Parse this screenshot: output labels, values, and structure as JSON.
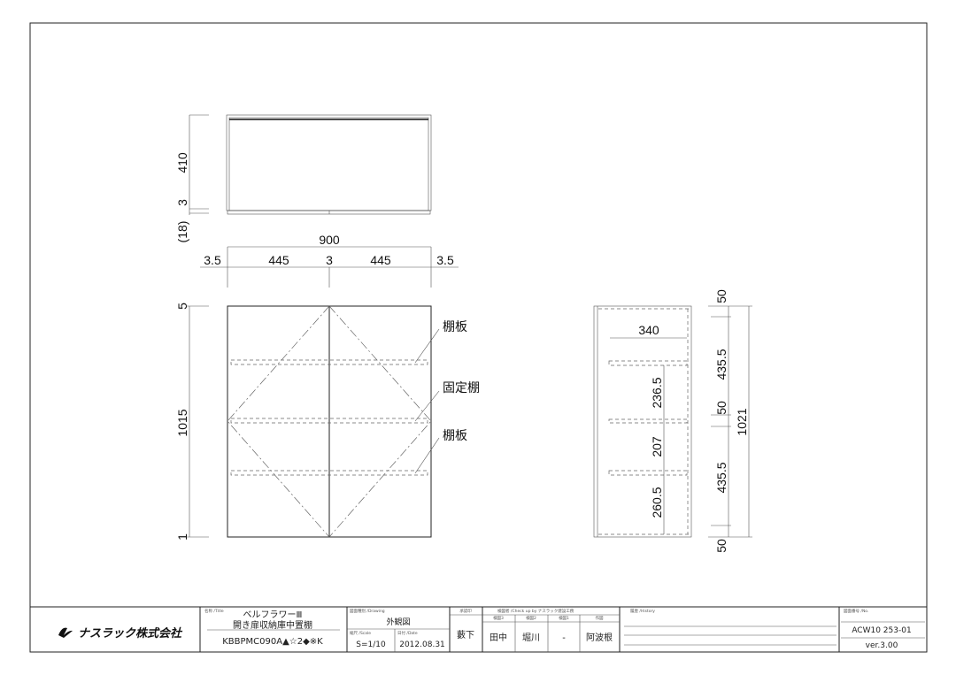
{
  "top_view": {
    "depth": "410",
    "gap": "3",
    "thickness": "(18)"
  },
  "width_dims": {
    "total": "900",
    "edge_left": "3.5",
    "door_left": "445",
    "center_gap": "3",
    "door_right": "445",
    "edge_right": "3.5"
  },
  "front_view": {
    "top_gap": "5",
    "height": "1015",
    "bottom_gap": "1",
    "callouts": [
      "棚板",
      "固定棚",
      "棚板"
    ]
  },
  "side_view": {
    "depth": "340",
    "dims_inner": [
      "236.5",
      "207",
      "260.5"
    ],
    "dims_outer": [
      "50",
      "435.5",
      "50",
      "435.5",
      "50"
    ],
    "total": "1021"
  },
  "title_block": {
    "company": "ナスラック株式会社",
    "title_label": "名称 /Title",
    "series": "ベルフラワーⅢ",
    "product_name": "開き扉収納庫中置棚",
    "model": "KBBPMC090A▲☆2◆※K",
    "drawing_label": "図面種別 /Drawing",
    "drawing_type": "外観図",
    "scale_label": "縮尺 /Scale",
    "scale": "S=1/10",
    "date_label": "日付 /Date",
    "date": "2012.08.31",
    "approval_label": "承認印",
    "approver": "藪下",
    "checked_label": "検図者 /Check up by ナスラック建設工務",
    "check_cols": [
      "検図3",
      "検図2",
      "検図1",
      "作図"
    ],
    "checkers": [
      "田中",
      "堀川",
      "-",
      "阿波根"
    ],
    "history_label": "履歴 /History",
    "number_label": "図面番号 /No.",
    "drawing_number": "ACW10 253-01",
    "version": "ver.3.00"
  }
}
